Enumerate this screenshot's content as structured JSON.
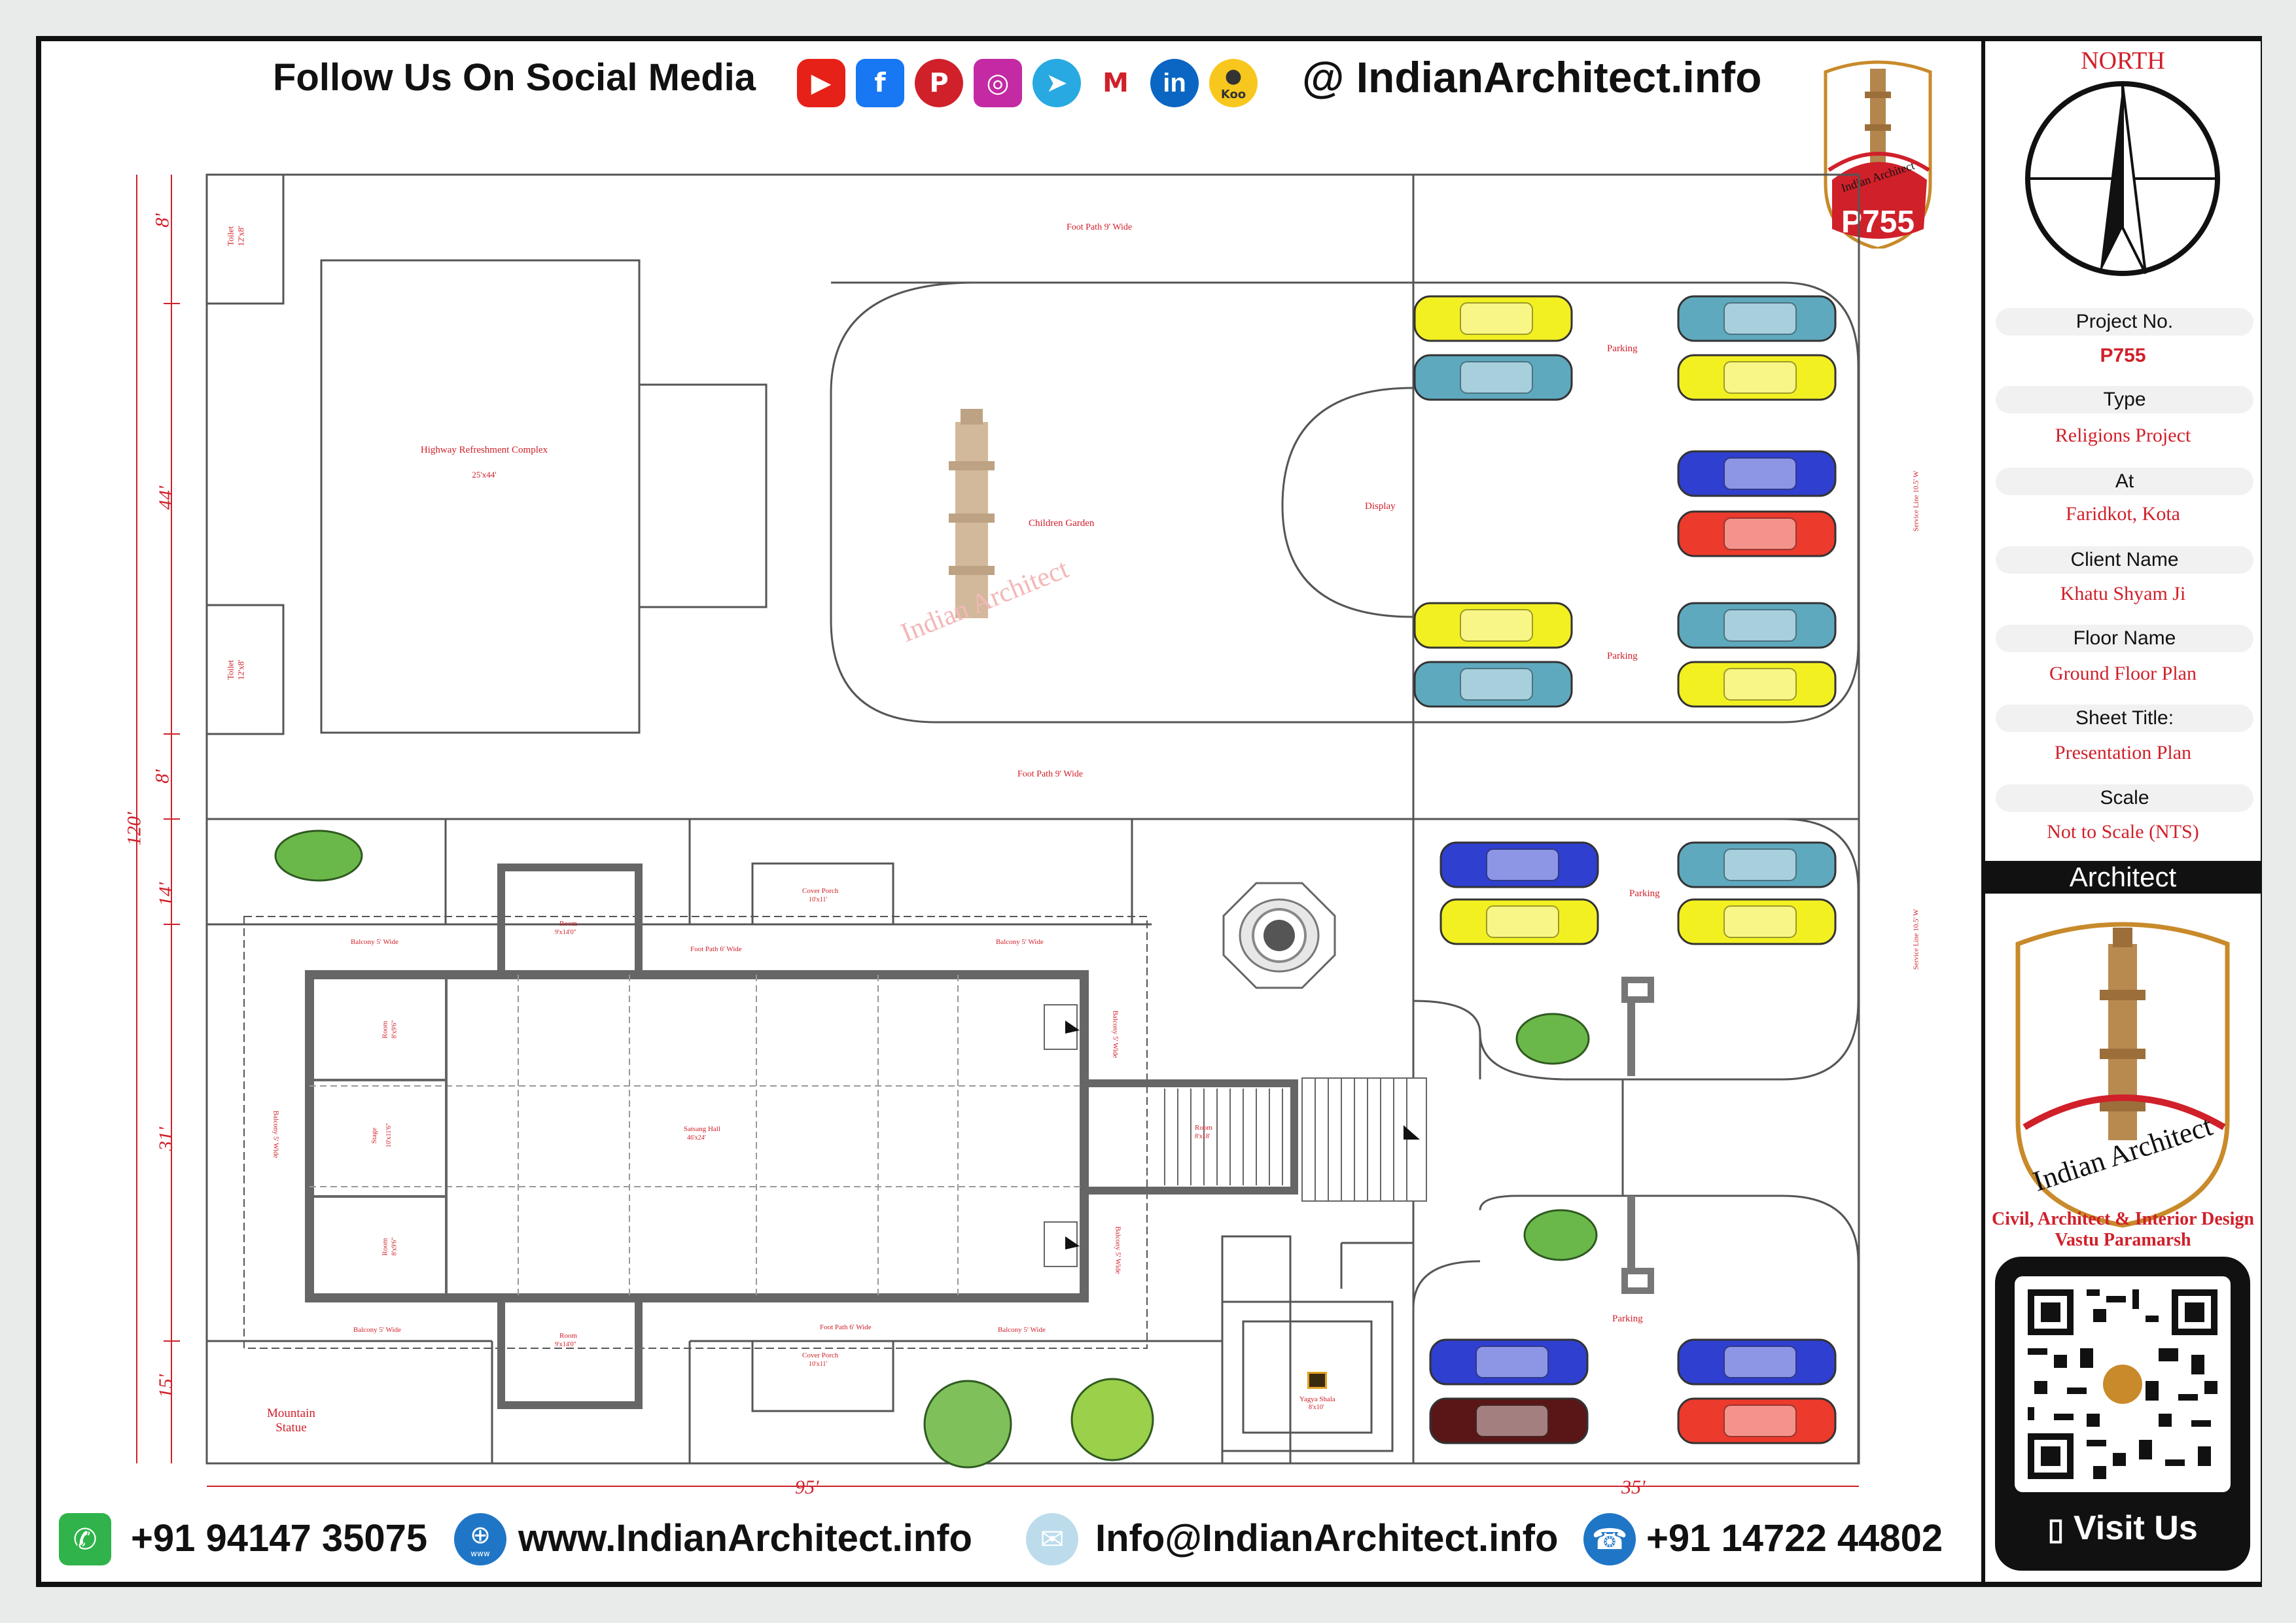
{
  "header": {
    "follow_text": "Follow Us On Social Media",
    "handle": "@ IndianArchitect.info",
    "social_icons": [
      "youtube-icon",
      "facebook-icon",
      "pinterest-icon",
      "instagram-icon",
      "telegram-icon",
      "moj-icon",
      "linkedin-icon",
      "koo-icon"
    ],
    "koo_label": "Koo"
  },
  "badge": {
    "code": "P755",
    "brand": "Indian Architect"
  },
  "plan": {
    "dims": {
      "d8a": "8'",
      "d44": "44'",
      "d8b": "8'",
      "d120": "120'",
      "d14": "14'",
      "d31": "31'",
      "d15": "15'",
      "d95": "95'",
      "d35": "35'"
    },
    "footpath_top": "Foot Path 9' Wide",
    "footpath_mid": "Foot Path 9' Wide",
    "toilet1": "Toilet\n12'x8'",
    "toilet2": "Toilet\n12'x8'",
    "refreshment": "Highway Refreshment Complex",
    "refreshment_size": "25'x44'",
    "children_garden": "Children Garden",
    "display": "Display",
    "parking": "Parking",
    "watermark": "Indian Architect",
    "room_top": "Room",
    "room_top_size": "9'x14'0\"",
    "room_bottom": "Room",
    "room_bottom_size": "9'x14'0\"",
    "balcony_top_left": "Balcony 5' Wide",
    "balcony_top_right": "Balcony 5' Wide",
    "balcony_bottom_left": "Balcony 5' Wide",
    "balcony_bottom_right": "Balcony 5' Wide",
    "balcony_left": "Balcony 5' Wide",
    "balcony_right1": "Balcony 5' Wide",
    "balcony_right2": "Balcony 5' Wide",
    "footpath_top_small": "Foot Path 6' Wide",
    "footpath_bottom_small": "Foot Path 6' Wide",
    "cover_porch_top": "Cover Porch",
    "cover_porch_top_size": "10'x11'",
    "cover_porch_bottom": "Cover Porch",
    "cover_porch_bottom_size": "10'x11'",
    "satsang_hall": "Satsang Hall",
    "satsang_size": "46'x24'",
    "stage": "Stage",
    "stage_size": "10'x11'6\"",
    "room_side1": "Room",
    "room_side1_size": "8'x9'6\"",
    "room_side2": "Room",
    "room_side2_size": "8'x9'6\"",
    "room_stair": "Room",
    "room_stair_size": "8'x18'",
    "mountain_statue": "Mountain\nStatue",
    "yagya": "Yagya Shala",
    "yagya_size": "8'x10'",
    "service_line1": "Service Line 10.5' W",
    "service_line2": "Service Line 10.5' W",
    "colors": {
      "red": "#d0202a",
      "yellow": "#f3f022",
      "teal": "#5fa9bf",
      "blue": "#2f3fd0",
      "carred": "#ec3a2c",
      "maroon": "#5a1616"
    }
  },
  "panel": {
    "north": "NORTH",
    "project_no_label": "Project No.",
    "project_no": "P755",
    "type_label": "Type",
    "type": "Religions Project",
    "at_label": "At",
    "at": "Faridkot, Kota",
    "client_label": "Client Name",
    "client": "Khatu Shyam Ji",
    "floor_label": "Floor Name",
    "floor": "Ground Floor Plan",
    "sheet_label": "Sheet Title:",
    "sheet": "Presentation Plan",
    "scale_label": "Scale",
    "scale": "Not to Scale (NTS)",
    "architect_label": "Architect",
    "architect_brand": "Indian Architect",
    "tagline1": "Civil, Architect & Interior Design",
    "tagline2": "Vastu Paramarsh",
    "visit": "Visit Us"
  },
  "footer": {
    "whatsapp": "+91 94147 35075",
    "website": "www.IndianArchitect.info",
    "email": "Info@IndianArchitect.info",
    "phone": "+91 14722 44802",
    "www_label": "www"
  }
}
